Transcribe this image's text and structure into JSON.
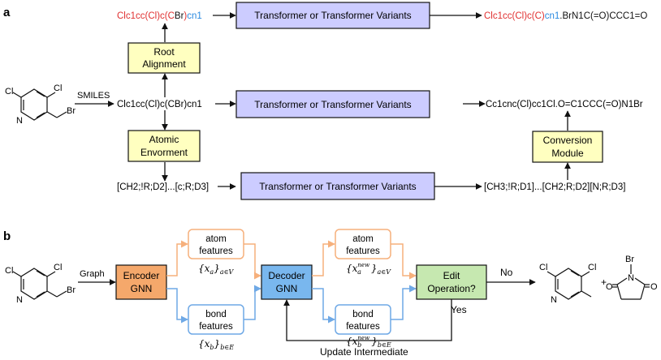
{
  "panel_a": {
    "label": "a",
    "smiles_arrow_label": "SMILES",
    "smiles": "Clc1cc(Cl)c(CBr)cn1",
    "root_alignment": {
      "line1": "Root",
      "line2": "Alignment"
    },
    "root_smiles": {
      "red": "Clc1cc(Cl)c(C",
      "black1": "Br",
      "red2": ")",
      "blue": "cn1"
    },
    "transformer_label": "Transformer or Transformer Variants",
    "top_output": {
      "red": "Clc1cc(Cl)c(C)",
      "blue": "cn1",
      "black": ".BrN1C(=O)CCC1=O"
    },
    "middle_output": "Cc1cnc(Cl)cc1Cl.O=C1CCC(=O)N1Br",
    "atomic_env": {
      "line1": "Atomic",
      "line2": "Envorment"
    },
    "env_input": "[CH2;!R;D2]...[c;R;D3]",
    "env_output": "[CH3;!R;D1]...[CH2;R;D2][N;R;D3]",
    "conversion": {
      "line1": "Conversion",
      "line2": "Module"
    }
  },
  "panel_b": {
    "label": "b",
    "graph_arrow_label": "Graph",
    "encoder": {
      "line1": "Encoder",
      "line2": "GNN"
    },
    "decoder": {
      "line1": "Decoder",
      "line2": "GNN"
    },
    "atom_features": {
      "line1": "atom",
      "line2": "features"
    },
    "bond_features": {
      "line1": "bond",
      "line2": "features"
    },
    "math": {
      "x": "x",
      "a": "a",
      "b": "b",
      "new": "new",
      "sub_atom": "a∈V",
      "sub_bond": "b∈E"
    },
    "edit_operation": {
      "line1": "Edit",
      "line2": "Operation?"
    },
    "no_label": "No",
    "yes_label": "Yes",
    "update_label": "Update Intermediate",
    "plus": "+",
    "atoms": {
      "cl": "Cl",
      "n": "N",
      "br": "Br",
      "o": "O"
    }
  },
  "colors": {
    "transformer_fill": "#ccccff",
    "yellow_fill": "#ffffc0",
    "encoder_fill": "#f5a86b",
    "decoder_fill": "#79b7ee",
    "edit_fill": "#c6e8b0",
    "atom_stroke": "#f6b07c",
    "bond_stroke": "#6fa9e6",
    "red_text": "#e03030",
    "blue_text": "#2a8ae0"
  }
}
